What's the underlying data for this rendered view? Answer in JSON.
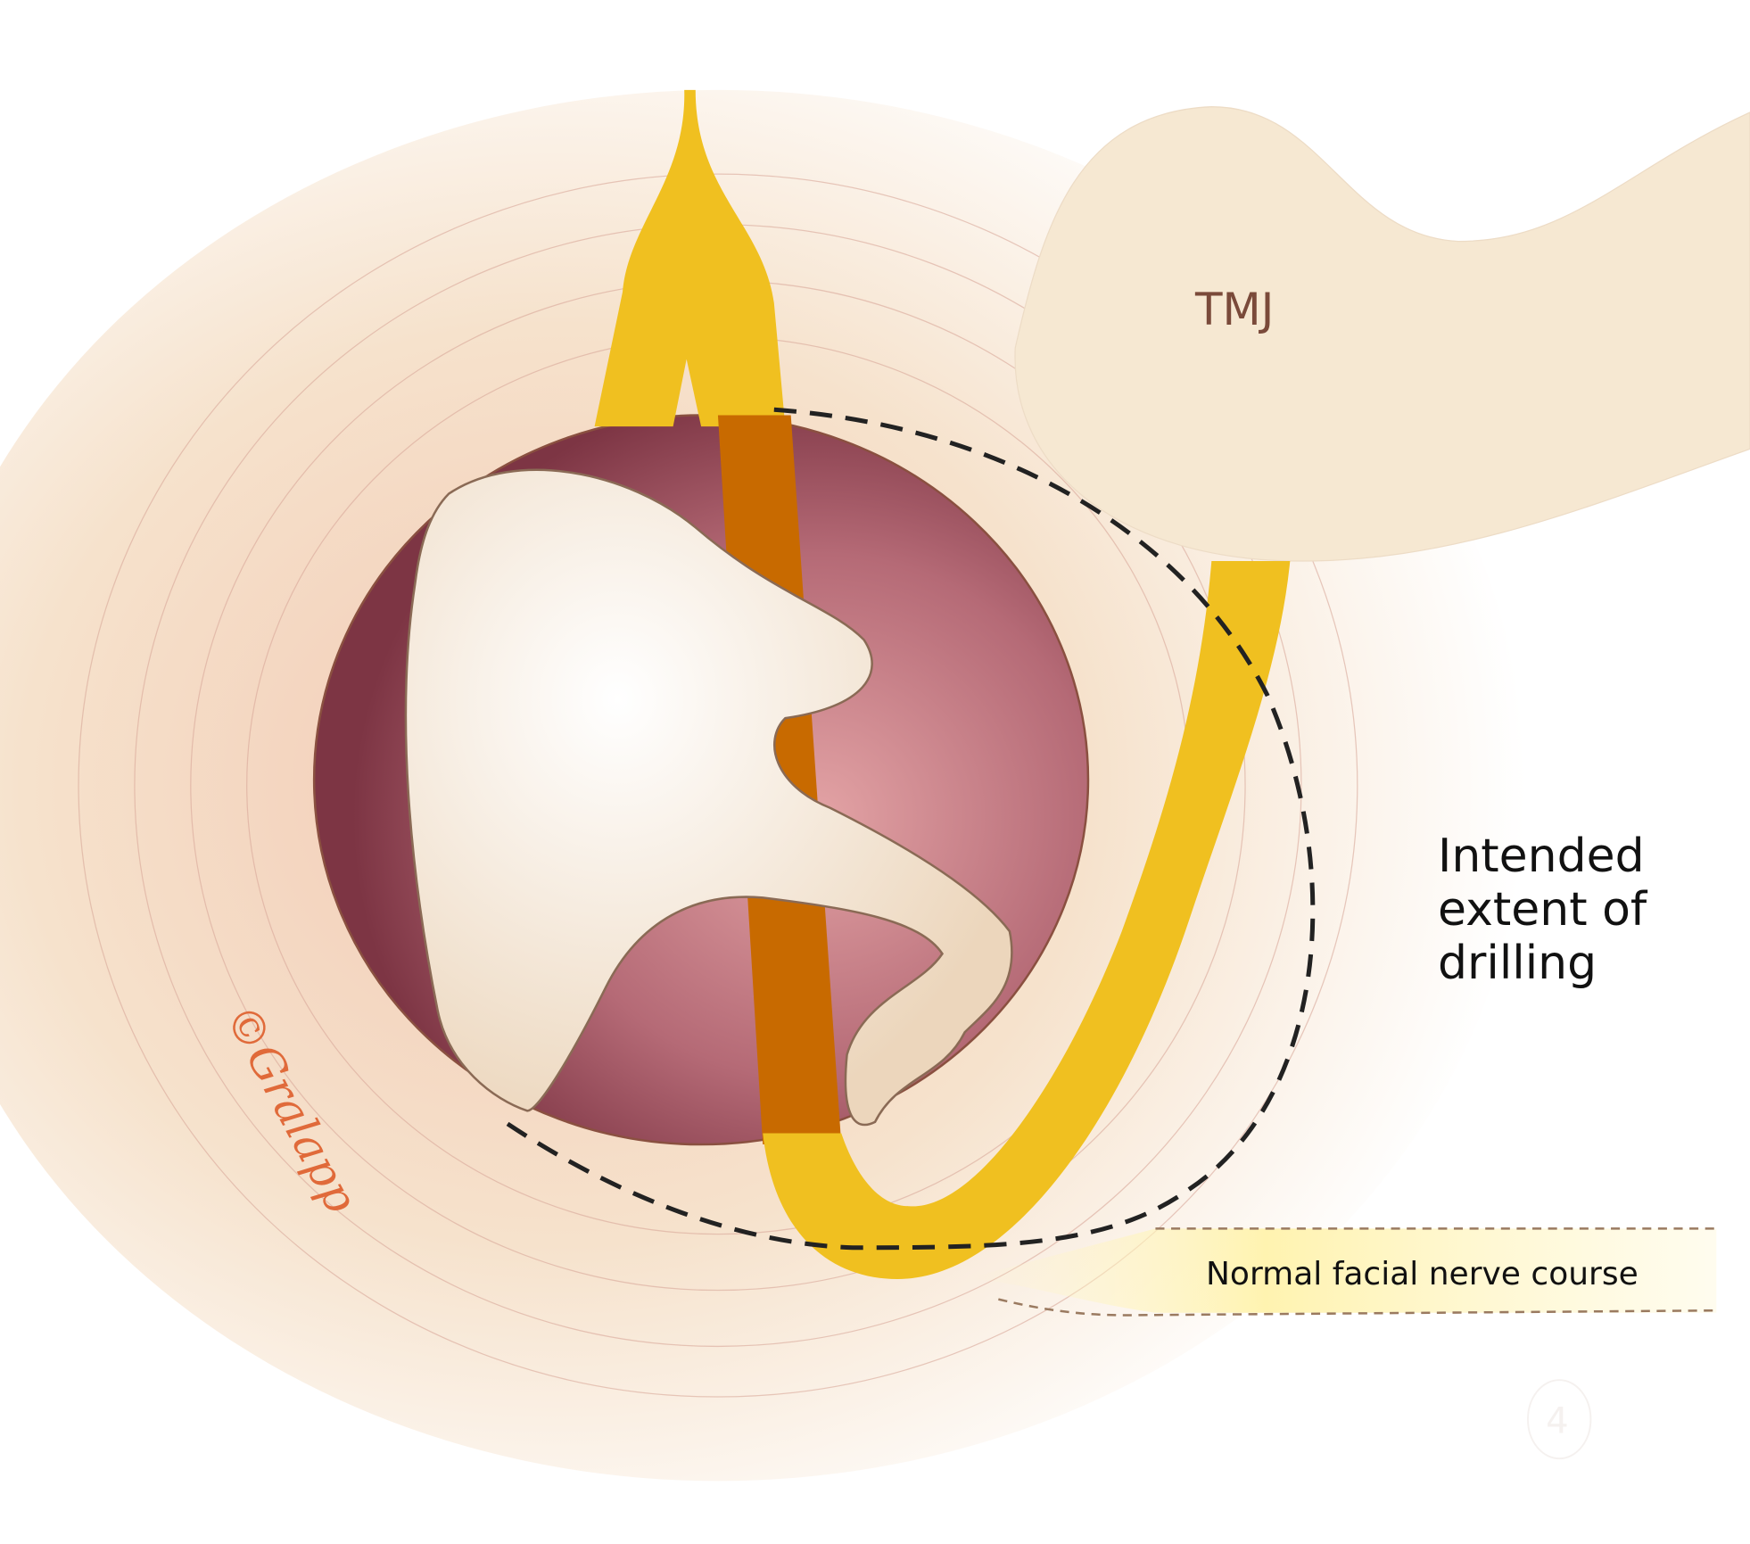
{
  "labels": {
    "tmj": "TMJ",
    "intended_extent": "Intended\nextent of\ndrilling",
    "normal_facial_nerve": "Normal facial nerve course"
  },
  "signature": "©Gralapp",
  "corner_mark": "4",
  "colors": {
    "background": "#f7ead8",
    "cavity": "#9a4e5c",
    "nerve": "#f0c020",
    "nerve_deep": "#c86a00",
    "ossicle": "#f4e6d2",
    "signature": "#e06a3a",
    "dashed_line": "#222222"
  }
}
